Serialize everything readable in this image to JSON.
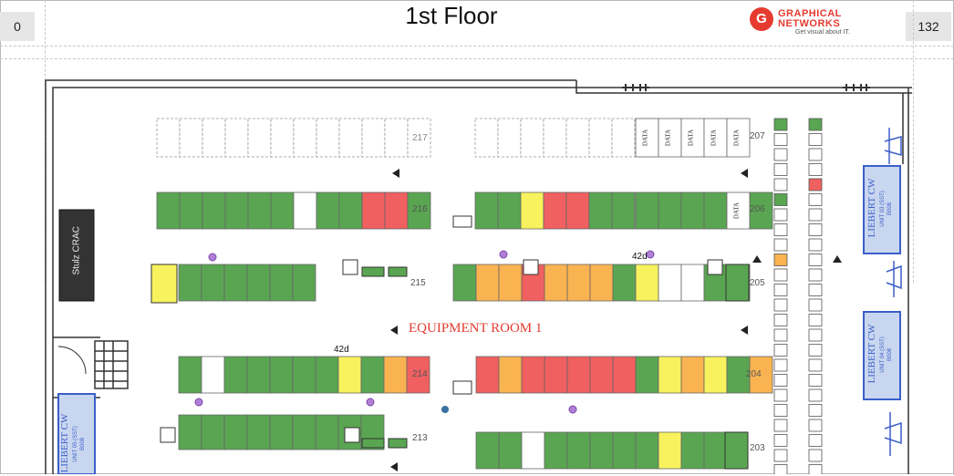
{
  "header": {
    "left_corner": "0",
    "right_corner": "132",
    "title": "1st Floor",
    "logo_mark": "G",
    "logo_line1": "GRAPHICAL",
    "logo_line2": "NETWORKS",
    "logo_tagline": "Get visual about IT."
  },
  "room": {
    "name": "EQUIPMENT ROOM 1",
    "crac_label": "Stulz CRAC",
    "liebert_top": {
      "title": "LIEBERT CW",
      "line1": "UNIT 03 (SST)",
      "line2": "B008"
    },
    "liebert_mid": {
      "title": "LIEBERT CW",
      "line1": "UNIT 04 (SST)",
      "line2": "B008"
    },
    "liebert_left": {
      "title": "LIEBERT CW",
      "line1": "UNIT 05 (SST)",
      "line2": "B008"
    }
  },
  "rows": [
    {
      "id": "217",
      "label": "217"
    },
    {
      "id": "207",
      "label": "207"
    },
    {
      "id": "216",
      "label": "216"
    },
    {
      "id": "206",
      "label": "206"
    },
    {
      "id": "215",
      "label": "215"
    },
    {
      "id": "205",
      "label": "205"
    },
    {
      "id": "214",
      "label": "214"
    },
    {
      "id": "204",
      "label": "204"
    },
    {
      "id": "213",
      "label": "213"
    },
    {
      "id": "203",
      "label": "203"
    }
  ],
  "markers": {
    "marker_214": "42d",
    "marker_205": "42d"
  },
  "rack_text": {
    "data": "DATA"
  },
  "colors": {
    "green": "#5aa552",
    "red": "#f06060",
    "yellow": "#f7f25e",
    "orange": "#f9b351",
    "liebert_fill": "#c9d6ef",
    "liebert_text": "#3b5fc9",
    "room_label": "#e53b2f",
    "logo_red": "#e53b2f"
  }
}
